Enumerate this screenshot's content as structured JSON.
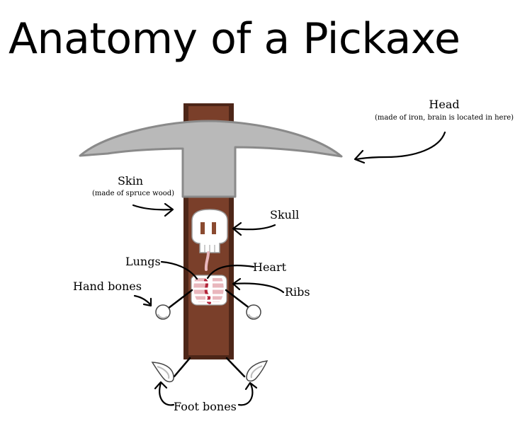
{
  "title": "Anatomy of a Pickaxe",
  "labels": {
    "head": "Head",
    "head_note": "(made of iron, brain is located in here)",
    "skin": "Skin",
    "skin_note": "(made of spruce wood)",
    "skull": "Skull",
    "lungs": "Lungs",
    "heart": "Heart",
    "hand_bones": "Hand bones",
    "ribs": "Ribs",
    "foot_bones": "Foot bones"
  },
  "colors": {
    "iron": "#b9b9b9",
    "iron_outline": "#8a8a8a",
    "wood_dark": "#4d2618",
    "wood_light": "#7a3f2a",
    "bone": "#ffffff",
    "lung_pink": "#e9b7bd",
    "heart_red": "#b3243a"
  }
}
